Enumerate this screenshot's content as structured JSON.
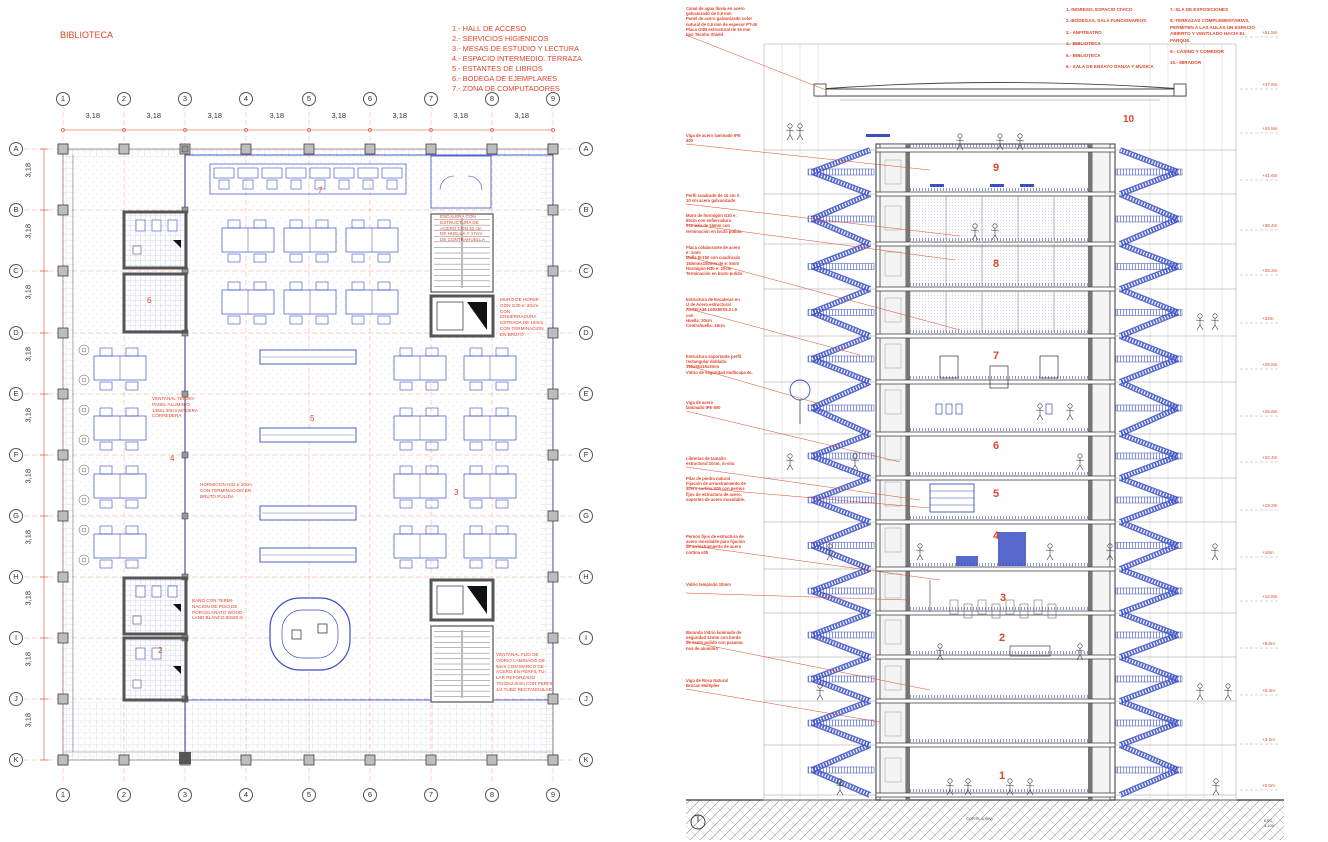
{
  "plan": {
    "title": "BIBLIOTECA",
    "legend": [
      "1.- HALL DE ACCESO",
      "2.- SERVICIOS HIGIENICOS",
      "3.- MESAS DE ESTUDIO Y LECTURA",
      "4.- ESPACIO INTERMEDIO. TERRAZA",
      "5.- ESTANTES DE LIBROS",
      "6.- BODEGA DE EJEMPLARES",
      "7.- ZONA DE COMPUTADORES"
    ],
    "col_axes": [
      "1",
      "2",
      "3",
      "4",
      "5",
      "6",
      "7",
      "8",
      "9"
    ],
    "row_axes": [
      "A",
      "B",
      "C",
      "D",
      "E",
      "F",
      "G",
      "H",
      "I",
      "J",
      "K"
    ],
    "col_dims": [
      "3,18",
      "3,18",
      "3,18",
      "3,18",
      "3,18",
      "3,18",
      "3,18",
      "3,18"
    ],
    "row_dims": [
      "3,18",
      "3,18",
      "3,18",
      "3,18",
      "3,18",
      "3,18",
      "3,18",
      "3,18",
      "3,18",
      "3,18"
    ],
    "zones": [
      "7",
      "6",
      "5",
      "4",
      "3",
      "2"
    ],
    "notes": {
      "escalera": "ESCALERA CON\nESTRUCTURA DE\nACERO CON 32 cm\nDE HUELLA Y 17cm\nDE CONTRAHUELLA",
      "muro": "MURO DE HORMI-\nGON G30 e: 20cm\nCON\nENSIERRADURA\nESTRADA DE 16mm\nCON TERMINACION\nEN BRUTO",
      "ventanal_termo": "VENTANAL TERMO-\nPANEL ALUMINIO\n146x1 30cm MADERA\nCORREDERA",
      "hormigon": "HORMIGON H32 e:20cm\nCON TERMINACION EN\nBRUTO PULIDA",
      "bano": "BAÑO CON TERMI-\nNACION DE PISO DE\nPORCELANATO WOOD-\nLAND BLANCO 60x60 m",
      "ventanal_fijo": "VENTANAL FIJO DE\nVIDRIO LAMINADO DE\n6mm CON MARCO DE\nACERO EN PERFIL TU-\nLAR REFORZADO\n70x30x2.0mm CON PERFIL\n1/4 TUBO RECTANGULAR"
    }
  },
  "section": {
    "legend": [
      "1.-INGRESO, ESPACIO CIVICO",
      "2.-BODEGAS, SALA FUNCIONARIOS",
      "3.- ANFITEATRO",
      "4.- BIBLIOTECA",
      "5.- BIBLIOTECA",
      "6.- SALA DE ENSAYO DANZA Y MUSICA",
      "7.-SLA DE EXPOSICIONES",
      "8.-TERRAZAS COMPLEMENTARIAS, PERMITEN A LAS AULAS UN ESPACIO ABIERTO Y VENTILADO HACIA EL PARQUE.",
      "9.- CASINO Y COMEDOR",
      "10.- MIRADOR"
    ],
    "levels": [
      "+51.5m",
      "+47.6m",
      "+44.8m",
      "+41.6m",
      "+38.4m",
      "+35.2m",
      "+32m",
      "+28.8m",
      "+25.6m",
      "+22.4m",
      "+19.2m",
      "+16m",
      "+12.8m",
      "+9.6m",
      "+6.4m",
      "+3.2m",
      "+0.0m"
    ],
    "floor_numbers": [
      "10",
      "9",
      "8",
      "7",
      "6",
      "5",
      "4",
      "3",
      "2",
      "1"
    ],
    "notes": [
      "Canal de agua lluvia en acero\ngalvanizado de 0,8 mm\nPanel de acero galvanizado color\nnatural de 0,8 mm de espesor PT-40\nPlaca OSB estructural de 15 mm\ntipo Tecnho Shield",
      "Viga de acero laminado IPE\n400",
      "Perfil cuadrado de 10 cm X\n10 cm acero galvanizado",
      "Muro de hormigón G30 e:\n60cm con enfierradura\nestriada de 16mm con\nterminación en bruto pulido.",
      "Placa colaborante de acero\ne: 1mm\nMalla Ø-150 con cuadricula\n150mmx150mm de e: 8mm\nHormigón H30 e: 20cm\nTerminación en bruto pulido",
      "Estructura de Escaleras en\nU de Acero estructural\nASTM A36 L50X50X5.0 L6\ncon\nHuella: 30cm\nContrahuella: 18cm",
      "Estructura soportante perfil\nrectangular doblado\n150x50x15x3mm\nVidrio de seguridad multicapa 4c.",
      "Viga de acero\nlaminado IPE 600",
      "Librerías de tamaño\nestructural 10cm, in-situ",
      "Pilar de piedra natural\nFijación de arriostramiento de\nacero cortina V05 con pernos\nfijos de estructura de acero.\nsoportes de acero inoxidable.",
      "Pernos fijos de estructura de\nacero inoxidable para fijación\nde arriostramiento de acero\ncortina v05",
      "Vidrio templado 10mm",
      "Baranda Vidrio laminado de\nseguridad 12mm con borde\nde canto pulido con pasama-\nnos de aluminio",
      "Viga de Roca Natural\nBrocas Múltiples"
    ],
    "footer": "CORTE 1(SIN)",
    "scale": "ESC.\n1:100"
  },
  "colors": {
    "accent": "#e0452b",
    "blue": "#3a4fc4",
    "line": "#6f6f6f",
    "concrete": "#555555"
  }
}
